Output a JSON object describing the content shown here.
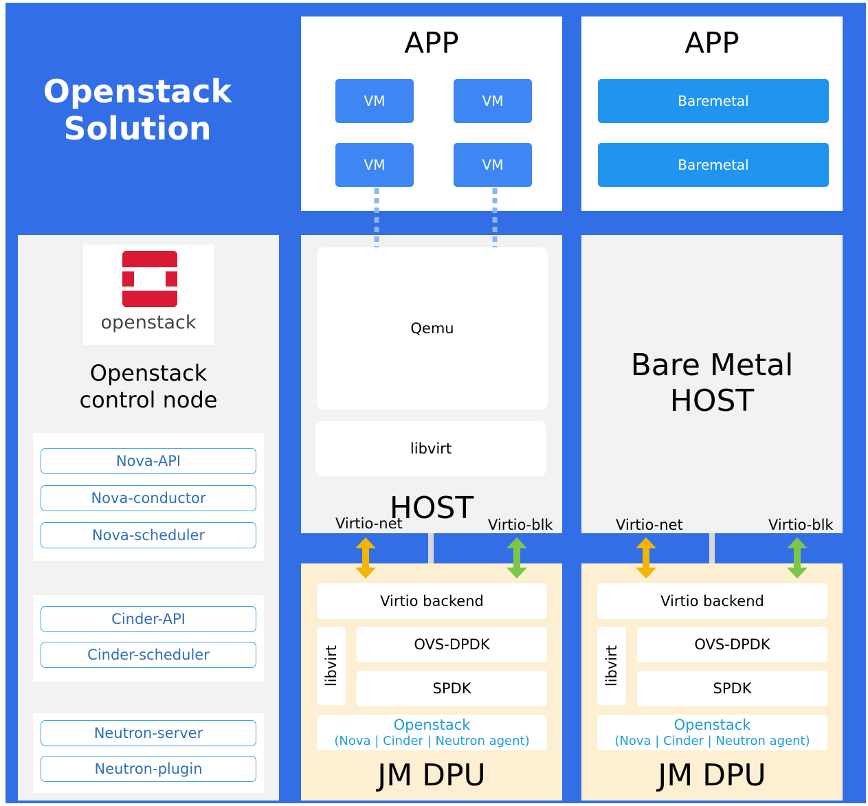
{
  "title": {
    "line1": "Openstack",
    "line2": "Solution"
  },
  "app_left": {
    "title": "APP",
    "vms": [
      "VM",
      "VM",
      "VM",
      "VM"
    ]
  },
  "app_right": {
    "title": "APP",
    "baremetals": [
      "Baremetal",
      "Baremetal"
    ]
  },
  "control_node": {
    "logo_text": "openstack",
    "label_line1": "Openstack",
    "label_line2": "control node",
    "nova": [
      "Nova-API",
      "Nova-conductor",
      "Nova-scheduler"
    ],
    "cinder": [
      "Cinder-API",
      "Cinder-scheduler"
    ],
    "neutron": [
      "Neutron-server",
      "Neutron-plugin"
    ]
  },
  "host_left": {
    "qemu": "Qemu",
    "libvirt": "libvirt",
    "title": "HOST",
    "virtio_net": "Virtio-net",
    "virtio_blk": "Virtio-blk"
  },
  "host_right": {
    "title_line1": "Bare Metal",
    "title_line2": "HOST",
    "virtio_net": "Virtio-net",
    "virtio_blk": "Virtio-blk"
  },
  "dpu_left": {
    "virtio_backend": "Virtio backend",
    "libvirt": "libvirt",
    "ovs": "OVS-DPDK",
    "spdk": "SPDK",
    "openstack": "Openstack",
    "agents": "(Nova | Cinder | Neutron agent)",
    "title": "JM DPU"
  },
  "dpu_right": {
    "virtio_backend": "Virtio backend",
    "libvirt": "libvirt",
    "ovs": "OVS-DPDK",
    "spdk": "SPDK",
    "openstack": "Openstack",
    "agents": "(Nova | Cinder | Neutron agent)",
    "title": "JM DPU"
  },
  "colors": {
    "background": "#326ee6",
    "vm": "#3d86f3",
    "baremetal": "#1f95f0",
    "arrow_net": "#f5b400",
    "arrow_blk": "#7cc64a",
    "dpu": "#fdf0d2",
    "logo": "#da1a32"
  }
}
